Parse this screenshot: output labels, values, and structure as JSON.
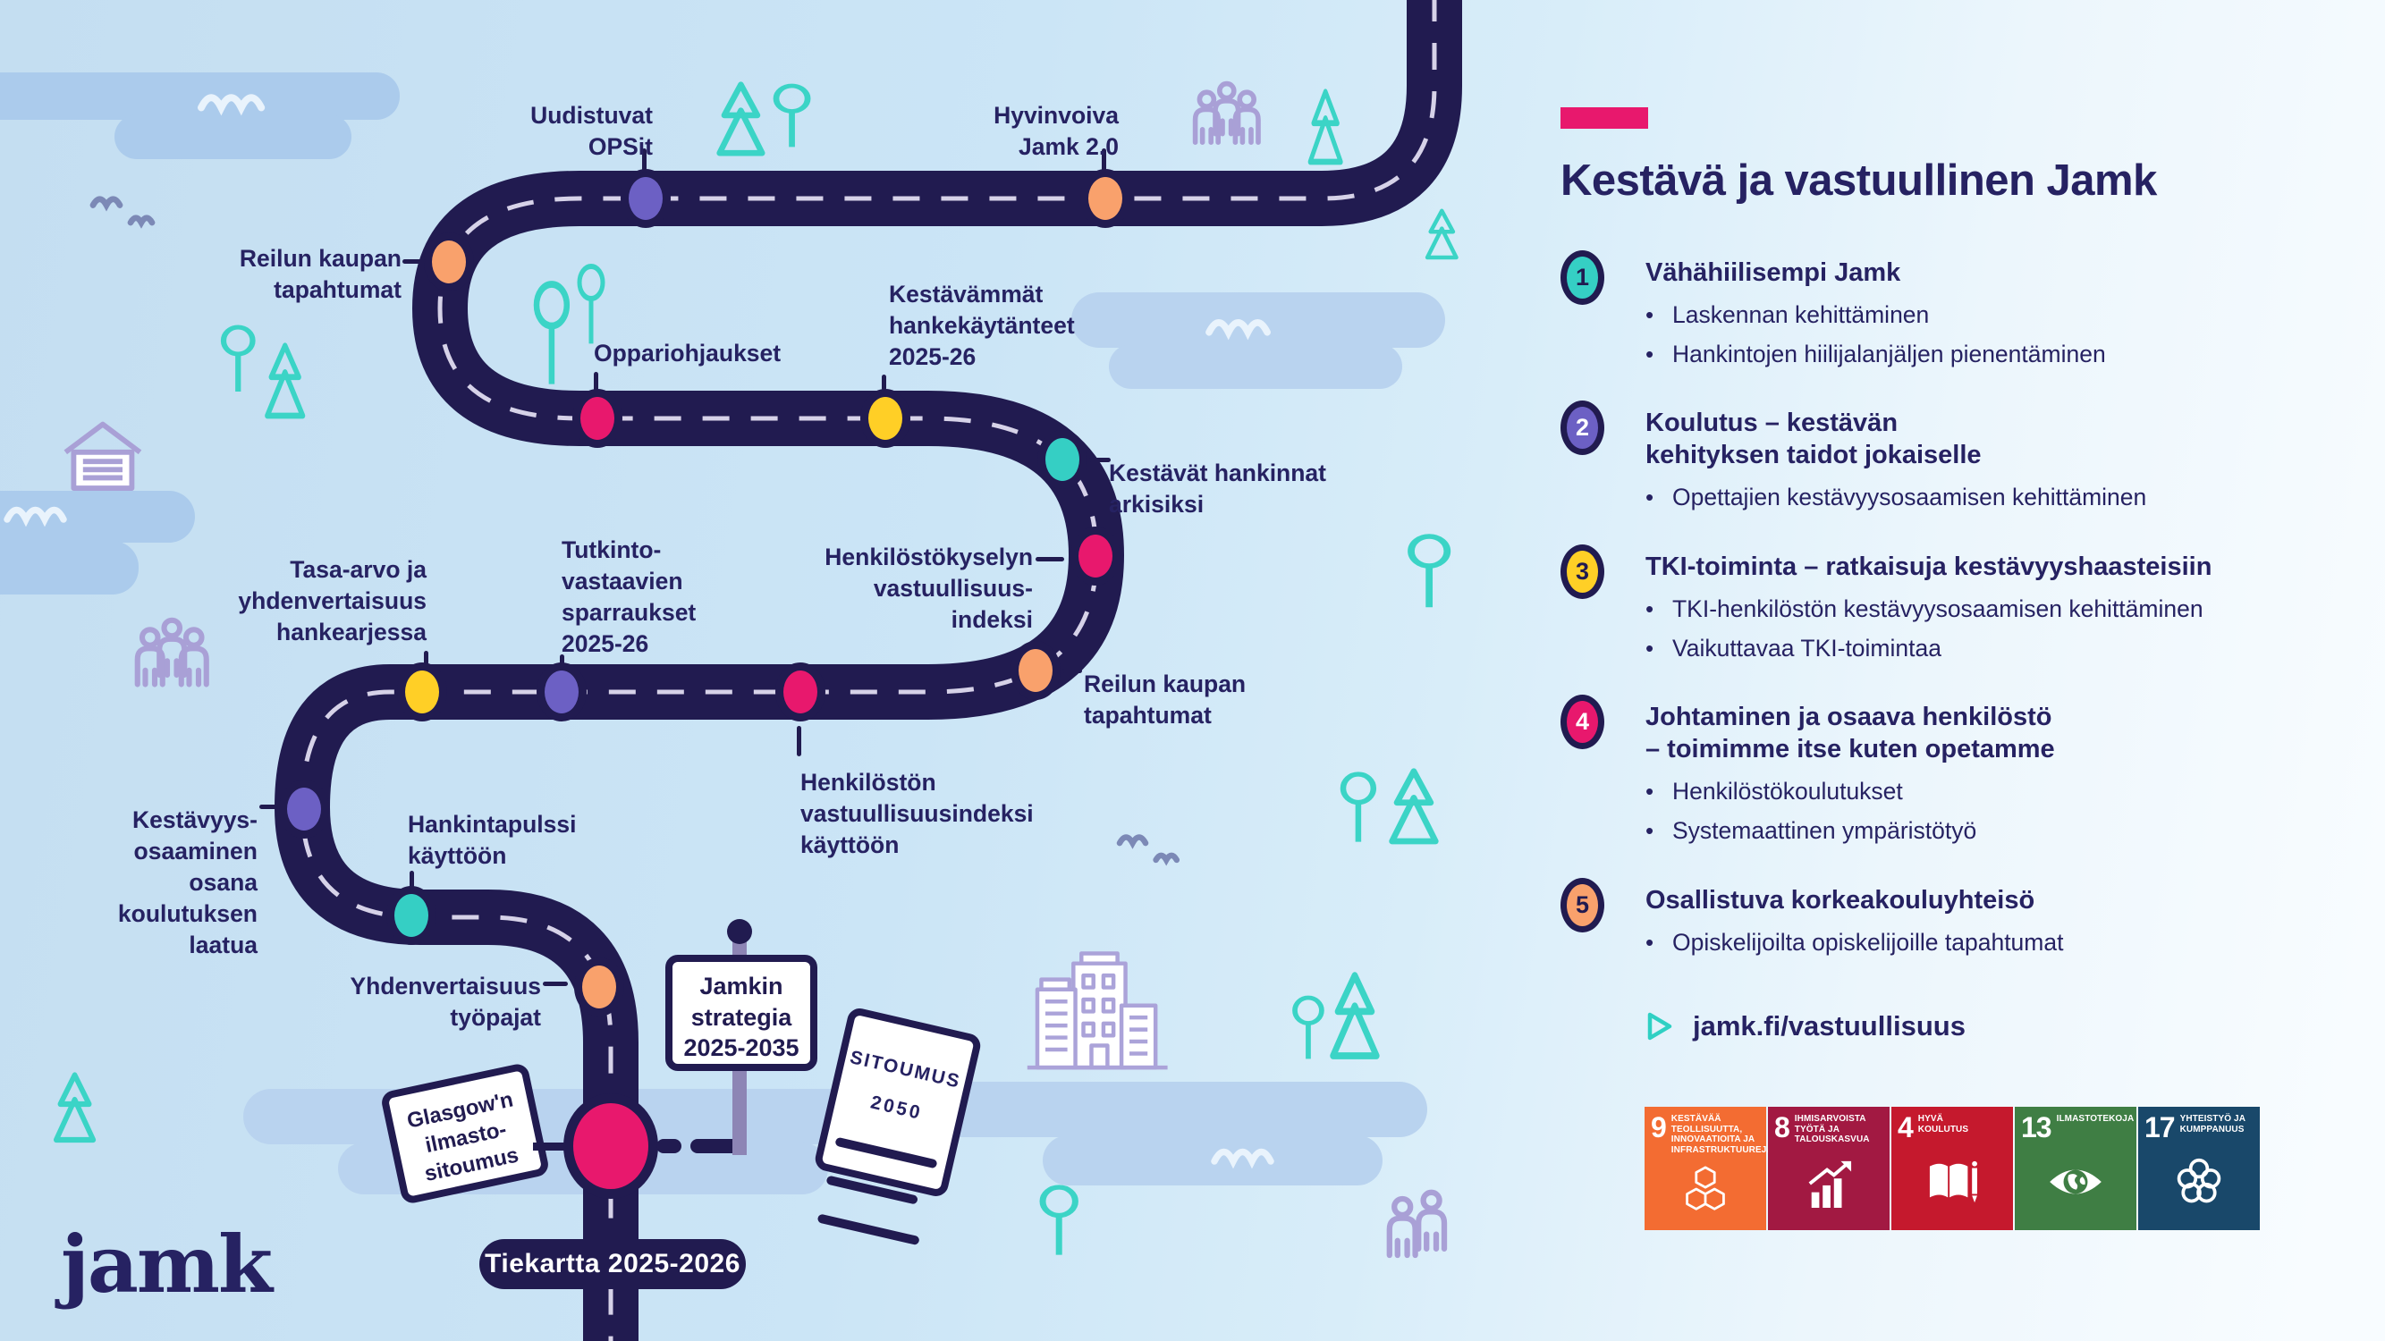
{
  "palette": {
    "road_navy": "#211b50",
    "text_navy": "#262262",
    "teal": "#35cfc4",
    "purple": "#6c60c4",
    "yellow": "#ffcf26",
    "pink": "#e8186d",
    "salmon": "#f9a16c"
  },
  "roadmap": {
    "milestones": [
      {
        "label": "Uudistuvat\nOPSit",
        "color": "#6c60c4"
      },
      {
        "label": "Hyvinvoiva\nJamk 2.0",
        "color": "#f9a16c"
      },
      {
        "label": "Reilun kaupan\ntapahtumat",
        "color": "#f9a16c"
      },
      {
        "label": "Oppariohjaukset",
        "color": "#e8186d"
      },
      {
        "label": "Kestävämmät\nhankekäytänteet\n2025-26",
        "color": "#ffcf26"
      },
      {
        "label": "Kestävät hankinnat\narkisiksi",
        "color": "#35cfc4"
      },
      {
        "label": "Henkilöstökyselyn\nvastuullisuus-\nindeksi",
        "color": "#e8186d"
      },
      {
        "label": "Reilun kaupan\ntapahtumat",
        "color": "#f9a16c"
      },
      {
        "label": "Henkilöstön\nvastuullisuusindeksi\nkäyttöön",
        "color": "#e8186d"
      },
      {
        "label": "Tutkinto-\nvastaavien\nsparraukset\n2025-26",
        "color": "#6c60c4"
      },
      {
        "label": "Tasa-arvo ja\nyhdenvertaisuus\nhankearjessa",
        "color": "#ffcf26"
      },
      {
        "label": "Kestävyys-\nosaaminen\nosana\nkoulutuksen\nlaatua",
        "color": "#6c60c4"
      },
      {
        "label": "Hankintapulssi\nkäyttöön",
        "color": "#35cfc4"
      },
      {
        "label": "Yhdenvertaisuus\ntyöpajat",
        "color": "#f9a16c"
      }
    ],
    "junction_color": "#e8186d",
    "signs": {
      "glasgow": "Glasgow'n\nilmasto-\nsitoumus",
      "strategy": "Jamkin\nstrategia\n2025-2035",
      "commitment_title": "SITOUMUS",
      "commitment_year": "2050",
      "road_label": "Tiekartta 2025-2026"
    },
    "logo": "jamk"
  },
  "panel": {
    "accent_color": "#e8186d",
    "title": "Kestävä ja vastuullinen Jamk",
    "items": [
      {
        "num": "1",
        "color": "#35cfc4",
        "num_color": "#211b50",
        "heading": "Vähähiilisempi Jamk",
        "bullets": [
          "Laskennan kehittäminen",
          "Hankintojen hiilijalanjäljen pienentäminen"
        ]
      },
      {
        "num": "2",
        "color": "#6c60c4",
        "num_color": "#ffffff",
        "heading": "Koulutus – kestävän\nkehityksen taidot jokaiselle",
        "bullets": [
          "Opettajien kestävyysosaamisen kehittäminen"
        ]
      },
      {
        "num": "3",
        "color": "#ffcf26",
        "num_color": "#211b50",
        "heading": "TKI-toiminta – ratkaisuja kestävyyshaasteisiin",
        "bullets": [
          "TKI-henkilöstön kestävyysosaamisen kehittäminen",
          "Vaikuttavaa TKI-toimintaa"
        ]
      },
      {
        "num": "4",
        "color": "#e8186d",
        "num_color": "#ffffff",
        "heading": "Johtaminen ja osaava henkilöstö\n– toimimme itse kuten opetamme",
        "bullets": [
          "Henkilöstökoulutukset",
          "Systemaattinen ympäristötyö"
        ]
      },
      {
        "num": "5",
        "color": "#f9a16c",
        "num_color": "#211b50",
        "heading": "Osallistuva korkeakouluyhteisö",
        "bullets": [
          "Opiskelijoilta opiskelijoille tapahtumat"
        ]
      }
    ],
    "link": "jamk.fi/vastuullisuus",
    "sdg": [
      {
        "num": "9",
        "label": "KESTÄVÄÄ\nTEOLLISUUTTA,\nINNOVAATIOITA JA\nINFRASTRUKTUUREJA",
        "color": "#F36C32"
      },
      {
        "num": "8",
        "label": "IHMISARVOISTA\nTYÖTÄ JA\nTALOUSKASVUA",
        "color": "#A21942"
      },
      {
        "num": "4",
        "label": "HYVÄ\nKOULUTUS",
        "color": "#C5192D"
      },
      {
        "num": "13",
        "label": "ILMASTOTEKOJA",
        "color": "#3F7E44"
      },
      {
        "num": "17",
        "label": "YHTEISTYÖ JA\nKUMPPANUUS",
        "color": "#19486A"
      }
    ]
  }
}
